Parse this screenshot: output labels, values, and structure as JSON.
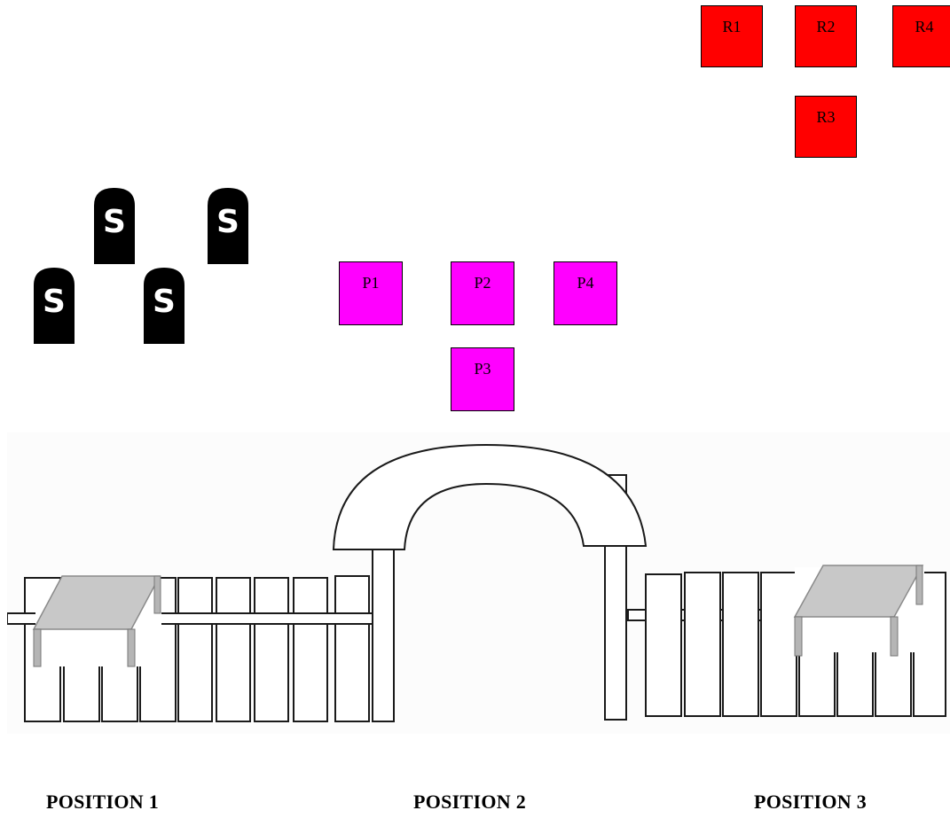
{
  "markers_r": [
    {
      "label": "R1"
    },
    {
      "label": "R2"
    },
    {
      "label": "R4"
    },
    {
      "label": "R3"
    }
  ],
  "markers_p": [
    {
      "label": "P1"
    },
    {
      "label": "P2"
    },
    {
      "label": "P4"
    },
    {
      "label": "P3"
    }
  ],
  "stones": [
    {
      "label": "S"
    },
    {
      "label": "S"
    },
    {
      "label": "S"
    },
    {
      "label": "S"
    }
  ],
  "positions": [
    {
      "label": "POSITION 1"
    },
    {
      "label": "POSITION 2"
    },
    {
      "label": "POSITION 3"
    }
  ],
  "colors": {
    "r_marker": "#ff0000",
    "p_marker": "#ff00ff",
    "stone": "#000000",
    "table_top": "#c8c8c8"
  }
}
